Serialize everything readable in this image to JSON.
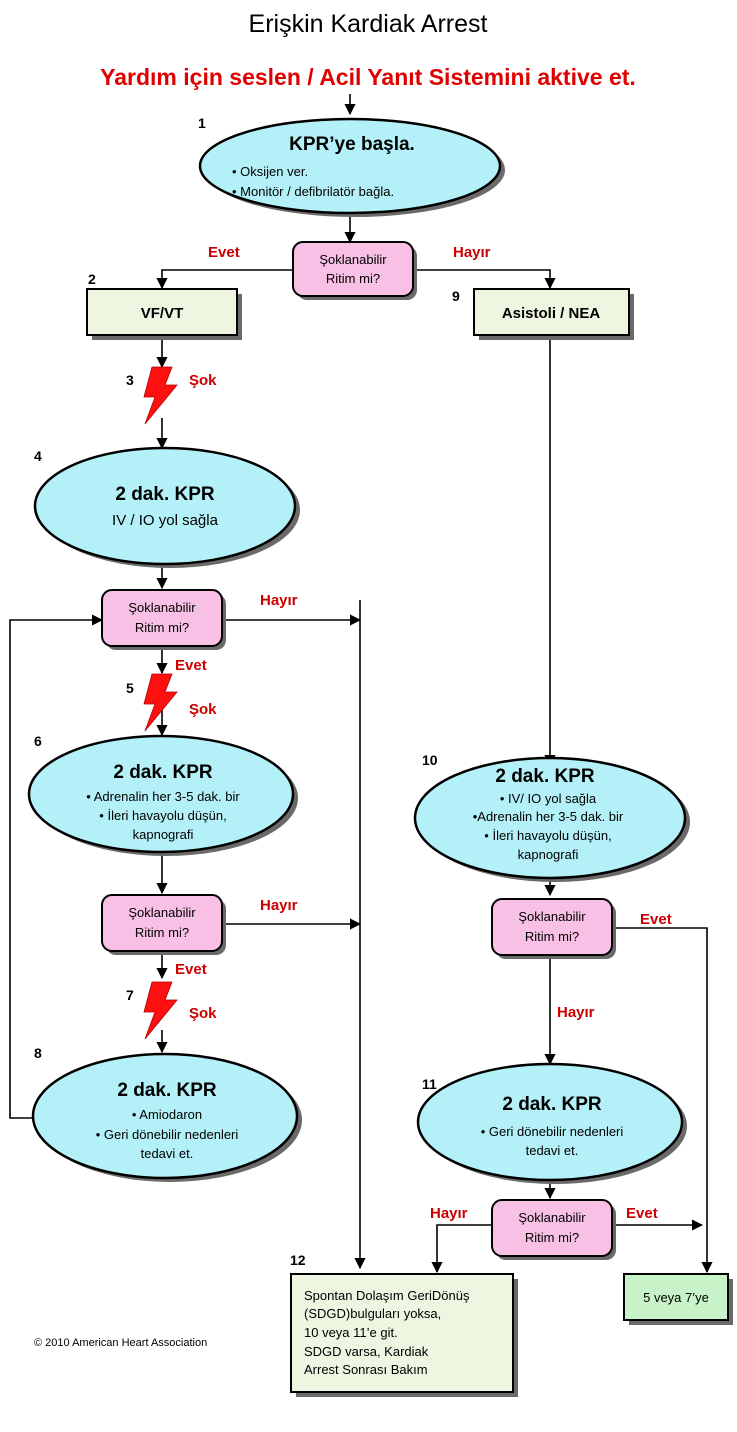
{
  "title": "Erişkin Kardiak Arrest",
  "subtitle": "Yardım için seslen / Acil Yanıt Sistemini aktive et.",
  "nodes": {
    "n1": {
      "num": "1",
      "title": "KPR’ye başla.",
      "lines": [
        "• Oksijen ver.",
        "• Monitör / defibrilatör bağla."
      ]
    },
    "d1": {
      "lines": [
        "Şoklanabilir",
        "Ritim mi?"
      ],
      "left": "Evet",
      "right": "Hayır"
    },
    "n2": {
      "num": "2",
      "label": "VF/VT"
    },
    "n9": {
      "num": "9",
      "label": "Asistoli / NEA"
    },
    "s3": {
      "num": "3",
      "label": "Şok"
    },
    "n4": {
      "num": "4",
      "title": "2 dak. KPR",
      "lines": [
        "IV / IO yol sağla"
      ]
    },
    "d2": {
      "lines": [
        "Şoklanabilir",
        "Ritim mi?"
      ],
      "right": "Hayır",
      "down": "Evet"
    },
    "s5": {
      "num": "5",
      "label": "Şok"
    },
    "n6": {
      "num": "6",
      "title": "2 dak. KPR",
      "lines": [
        "• Adrenalin her 3-5 dak. bir",
        "• İleri havayolu düşün,",
        "kapnografi"
      ]
    },
    "d3": {
      "lines": [
        "Şoklanabilir",
        "Ritim mi?"
      ],
      "right": "Hayır",
      "down": "Evet"
    },
    "s7": {
      "num": "7",
      "label": "Şok"
    },
    "n8": {
      "num": "8",
      "title": "2 dak. KPR",
      "lines": [
        "• Amiodaron",
        "• Geri dönebilir nedenleri",
        "tedavi et."
      ]
    },
    "n10": {
      "num": "10",
      "title": "2 dak. KPR",
      "lines": [
        "• IV/ IO yol sağla",
        "•Adrenalin her 3-5 dak. bir",
        "• İleri havayolu düşün,",
        "kapnografi"
      ]
    },
    "d4": {
      "lines": [
        "Şoklanabilir",
        "Ritim mi?"
      ],
      "right": "Evet",
      "down": "Hayır"
    },
    "n11": {
      "num": "11",
      "title": "2 dak. KPR",
      "lines": [
        "• Geri dönebilir nedenleri",
        "tedavi et."
      ]
    },
    "d5": {
      "lines": [
        "Şoklanabilir",
        "Ritim mi?"
      ],
      "left": "Hayır",
      "right": "Evet"
    },
    "n12": {
      "num": "12",
      "lines": [
        "Spontan Dolaşım GeriDönüş",
        "(SDGD)bulguları yoksa,",
        "10 veya 11’e git.",
        "SDGD varsa, Kardiak",
        "Arrest Sonrası Bakım"
      ]
    },
    "goto": {
      "label": "5 veya 7’ye"
    }
  },
  "copyright": "© 2010 American Heart Association",
  "colors": {
    "oval": "#b3f0f7",
    "decision": "#f7c0e4",
    "box": "#eef5e1",
    "goto_box": "#c8f3c8",
    "red": "#e00000"
  }
}
